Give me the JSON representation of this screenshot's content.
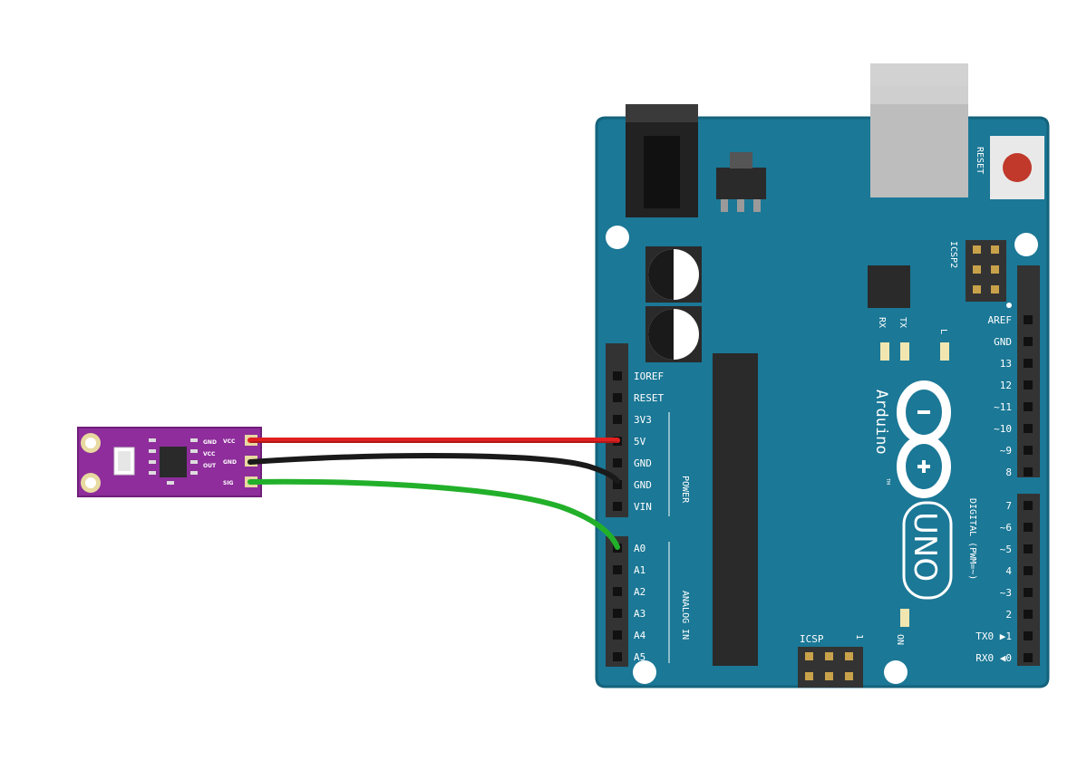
{
  "board": {
    "brand": "Arduino",
    "trademark": "TM",
    "model": "UNO",
    "reset_label": "RESET",
    "icsp2_label": "ICSP2",
    "icsp_label": "ICSP",
    "icsp_pin1": "1",
    "rx_label": "RX",
    "tx_label": "TX",
    "l_label": "L",
    "on_label": "ON",
    "power_header": [
      "IOREF",
      "RESET",
      "3V3",
      "5V",
      "GND",
      "GND",
      "VIN"
    ],
    "power_group_label": "POWER",
    "analog_header": [
      "A0",
      "A1",
      "A2",
      "A3",
      "A4",
      "A5"
    ],
    "analog_group_label": "ANALOG IN",
    "digital_top_header": [
      "AREF",
      "GND",
      "13",
      "12",
      "~11",
      "~10",
      "~9",
      "8"
    ],
    "digital_bottom_header": [
      "7",
      "~6",
      "~5",
      "4",
      "~3",
      "2",
      "TX0 ▶1",
      "RX0 ◀0"
    ],
    "digital_group_label": "DIGITAL (PWM=~)",
    "colors": {
      "board": "#1b7896",
      "board_edge": "#14637c",
      "header": "#333333",
      "chip": "#2a2a2a"
    }
  },
  "sensor": {
    "pin_labels": [
      "VCC",
      "GND",
      "SIG"
    ],
    "other_labels": [
      "GND",
      "VCC",
      "OUT"
    ],
    "colors": {
      "pcb": "#8e2d9b",
      "pad": "#e8d9a0"
    }
  },
  "wires": [
    {
      "from": "sensor.VCC",
      "to": "board.5V",
      "color": "#e02020"
    },
    {
      "from": "sensor.GND",
      "to": "board.GND",
      "color": "#1a1a1a"
    },
    {
      "from": "sensor.SIG",
      "to": "board.A0",
      "color": "#22b02a"
    }
  ]
}
